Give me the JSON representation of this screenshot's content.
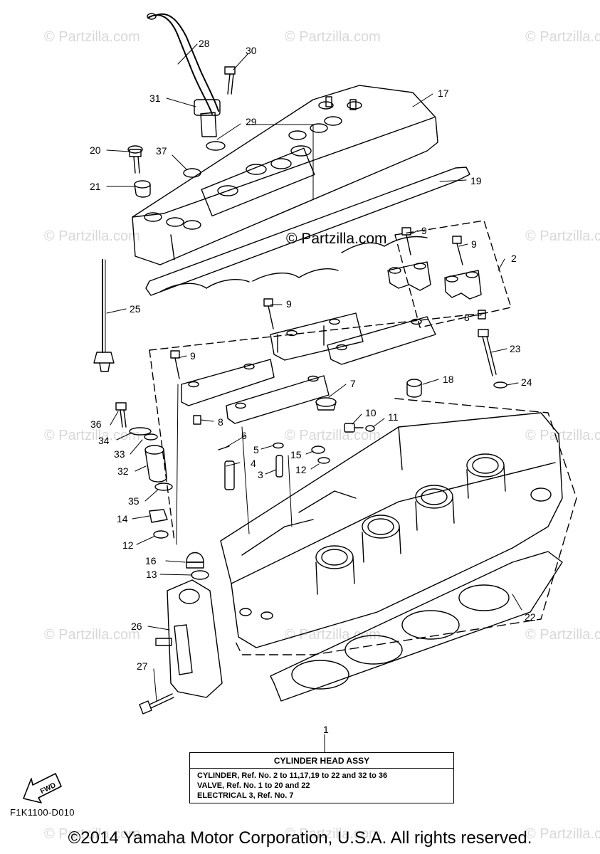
{
  "watermark": "© Partzilla.com",
  "center_watermark": "© Partzilla.com",
  "callouts": [
    "1",
    "2",
    "3",
    "4",
    "5",
    "6",
    "7",
    "8",
    "8",
    "9",
    "9",
    "9",
    "9",
    "9",
    "10",
    "11",
    "12",
    "12",
    "13",
    "14",
    "15",
    "16",
    "17",
    "18",
    "19",
    "20",
    "21",
    "22",
    "23",
    "24",
    "25",
    "26",
    "27",
    "28",
    "29",
    "30",
    "31",
    "32",
    "33",
    "34",
    "35",
    "36",
    "37"
  ],
  "legend": {
    "title": "CYLINDER HEAD ASSY",
    "lines": [
      "CYLINDER, Ref. No. 2 to 11,17,19 to 22 and 32 to 36",
      "VALVE, Ref. No. 1 to 20 and 22",
      "ELECTRICAL 3, Ref. No. 7"
    ]
  },
  "fwd_label": "FWD",
  "diagram_code": "F1K1100-D010",
  "copyright": "©2014 Yamaha Motor Corporation, U.S.A. All rights reserved."
}
